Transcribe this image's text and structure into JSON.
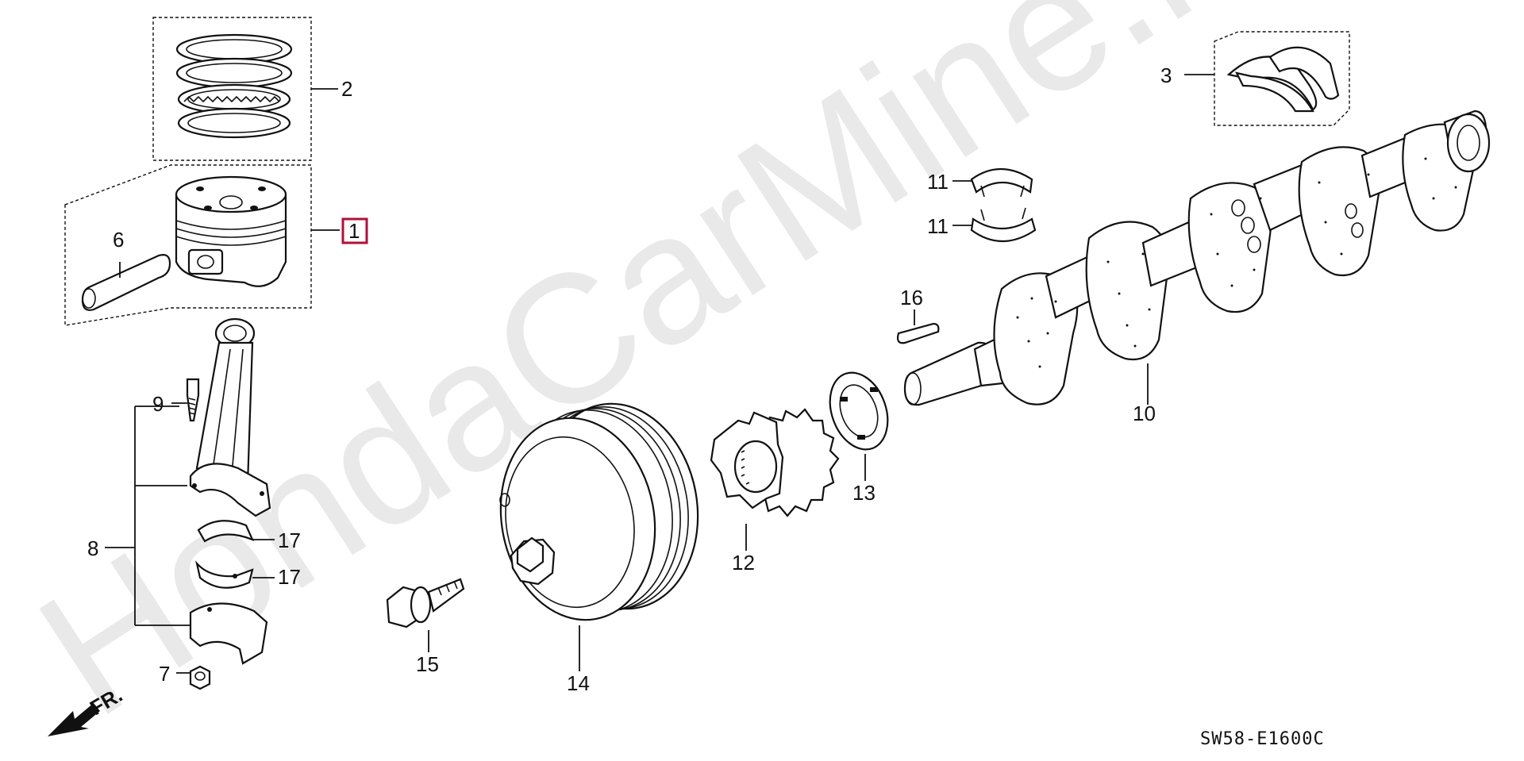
{
  "watermark": "HondaCarMine.ru",
  "diagram_code": "SW58-E1600C",
  "front_label": "FR.",
  "highlight_color": "#b0103a",
  "callouts": {
    "c1": "1",
    "c2": "2",
    "c3": "3",
    "c6": "6",
    "c7": "7",
    "c8": "8",
    "c9": "9",
    "c10": "10",
    "c11a": "11",
    "c11b": "11",
    "c12": "12",
    "c13": "13",
    "c14": "14",
    "c15": "15",
    "c16": "16",
    "c17a": "17",
    "c17b": "17"
  }
}
